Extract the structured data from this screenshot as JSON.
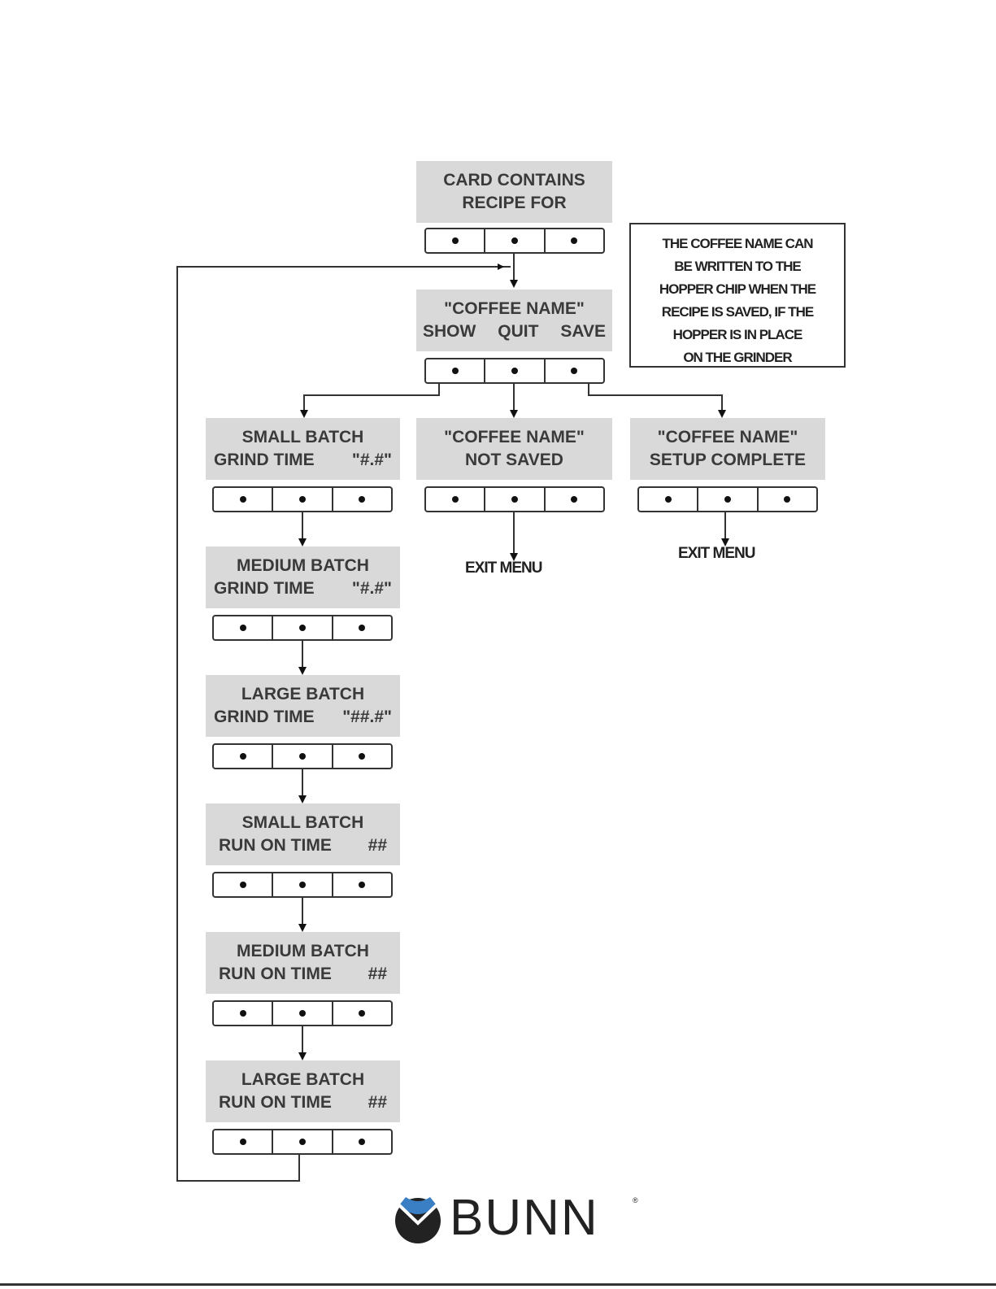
{
  "screens": {
    "card_contains": {
      "line1": "CARD CONTAINS",
      "line2": "RECIPE FOR"
    },
    "coffee_name_menu": {
      "line1": "\"COFFEE NAME\"",
      "opt_left": "SHOW",
      "opt_mid": "QUIT",
      "opt_right": "SAVE"
    },
    "small_grind": {
      "line1": "SMALL BATCH",
      "line2_left": "GRIND TIME",
      "line2_right": "\"#.#\""
    },
    "not_saved": {
      "line1": "\"COFFEE NAME\"",
      "line2": "NOT SAVED"
    },
    "setup_complete": {
      "line1": "\"COFFEE NAME\"",
      "line2": "SETUP COMPLETE"
    },
    "medium_grind": {
      "line1": "MEDIUM BATCH",
      "line2_left": "GRIND TIME",
      "line2_right": "\"#.#\""
    },
    "large_grind": {
      "line1": "LARGE BATCH",
      "line2_left": "GRIND TIME",
      "line2_right": "\"##.#\""
    },
    "small_run": {
      "line1": "SMALL BATCH",
      "line2_left": "RUN ON TIME",
      "line2_right": "##"
    },
    "medium_run": {
      "line1": "MEDIUM BATCH",
      "line2_left": "RUN ON TIME",
      "line2_right": "##"
    },
    "large_run": {
      "line1": "LARGE BATCH",
      "line2_left": "RUN ON TIME",
      "line2_right": "##"
    }
  },
  "note": {
    "lines": [
      "THE COFFEE NAME CAN",
      "BE WRITTEN TO THE",
      "HOPPER CHIP WHEN THE",
      "RECIPE IS SAVED, IF THE",
      "HOPPER IS IN PLACE",
      "ON THE GRINDER"
    ]
  },
  "exits": {
    "not_saved_exit": "EXIT MENU",
    "complete_exit": "EXIT MENU"
  },
  "logo": {
    "brand": "BUNN",
    "registered": "®",
    "brand_color": "#3a7fc4"
  }
}
